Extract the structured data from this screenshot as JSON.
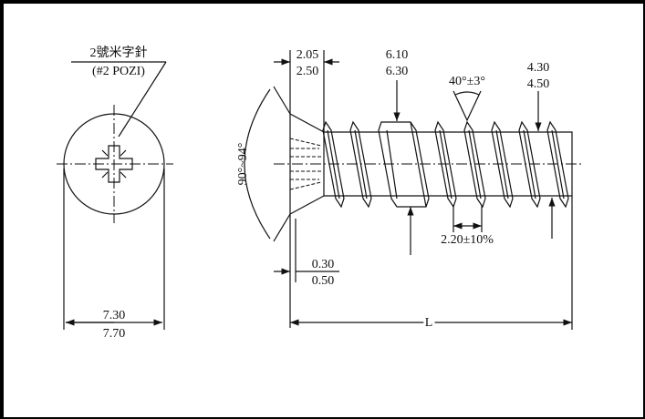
{
  "front_view": {
    "recess_label_cn": "2號米字針",
    "recess_label_en": "(#2 POZI)",
    "head_diameter_min": "7.30",
    "head_diameter_max": "7.70"
  },
  "side_view": {
    "head_height_min": "2.05",
    "head_height_max": "2.50",
    "thread_od_min": "6.10",
    "thread_od_max": "6.30",
    "thread_angle": "40°±3°",
    "root_diameter_min": "4.30",
    "root_diameter_max": "4.50",
    "head_angle": "90°~94°",
    "head_edge_min": "0.30",
    "head_edge_max": "0.50",
    "pitch": "2.20±10%",
    "length": "L"
  }
}
